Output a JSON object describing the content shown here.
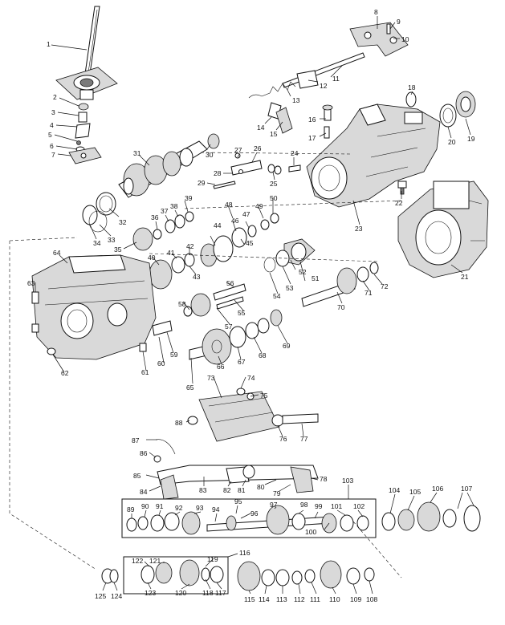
{
  "diagram": {
    "part_numbers": [
      "1",
      "2",
      "3",
      "4",
      "5",
      "6",
      "7",
      "8",
      "9",
      "10",
      "11",
      "12",
      "13",
      "14",
      "15",
      "16",
      "17",
      "18",
      "19",
      "20",
      "21",
      "22",
      "23",
      "24",
      "25",
      "26",
      "27",
      "28",
      "29",
      "30",
      "31",
      "32",
      "33",
      "34",
      "35",
      "36",
      "37",
      "38",
      "39",
      "40",
      "41",
      "42",
      "43",
      "44",
      "45",
      "46",
      "47",
      "48",
      "49",
      "50",
      "51",
      "52",
      "53",
      "54",
      "55",
      "56",
      "57",
      "58",
      "59",
      "60",
      "61",
      "62",
      "63",
      "64",
      "65",
      "66",
      "67",
      "68",
      "69",
      "70",
      "71",
      "72",
      "73",
      "74",
      "75",
      "76",
      "77",
      "78",
      "79",
      "80",
      "81",
      "82",
      "83",
      "84",
      "85",
      "86",
      "87",
      "88",
      "89",
      "90",
      "91",
      "92",
      "93",
      "94",
      "95",
      "96",
      "97",
      "98",
      "99",
      "100",
      "101",
      "102",
      "103",
      "104",
      "105",
      "106",
      "107",
      "108",
      "109",
      "110",
      "111",
      "112",
      "113",
      "114",
      "115",
      "116",
      "117",
      "118",
      "119",
      "120",
      "121",
      "122",
      "123",
      "124",
      "125"
    ]
  }
}
